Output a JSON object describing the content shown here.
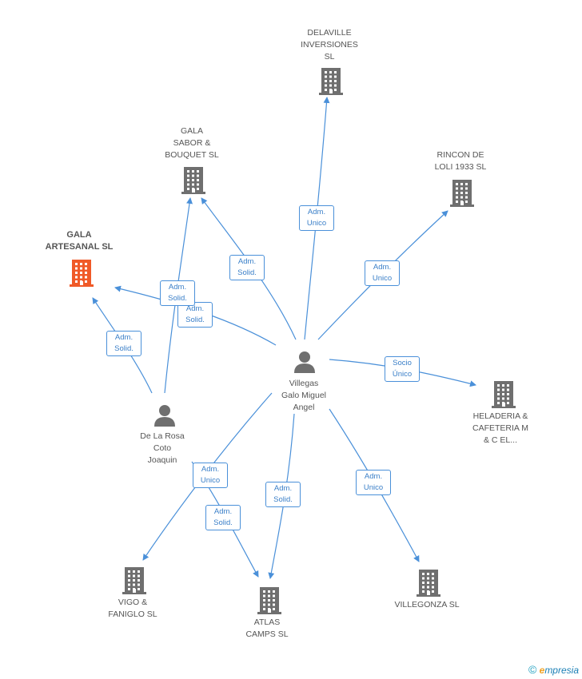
{
  "colors": {
    "edge": "#4a90d9",
    "company": "#6f6f6f",
    "highlight": "#f05a28",
    "person": "#6f6f6f"
  },
  "companies": [
    {
      "id": "delaville",
      "label": "DELAVILLE\nINVERSIONES\nSL",
      "highlight": false
    },
    {
      "id": "gala_sabor",
      "label": "GALA\nSABOR &\nBOUQUET SL",
      "highlight": false
    },
    {
      "id": "rincon",
      "label": "RINCON DE\nLOLI 1933  SL",
      "highlight": false
    },
    {
      "id": "gala_artesanal",
      "label": "GALA\nARTESANAL SL",
      "highlight": true
    },
    {
      "id": "heladeria",
      "label": "HELADERIA &\nCAFETERIA M\n& C EL...",
      "highlight": false
    },
    {
      "id": "vigo",
      "label": "VIGO &\nFANIGLO  SL",
      "highlight": false
    },
    {
      "id": "atlas",
      "label": "ATLAS\nCAMPS SL",
      "highlight": false
    },
    {
      "id": "villegonza",
      "label": "VILLEGONZA SL",
      "highlight": false
    }
  ],
  "persons": [
    {
      "id": "villegas",
      "label": "Villegas\nGalo Miguel\nAngel"
    },
    {
      "id": "delarosa",
      "label": "De La Rosa\nCoto\nJoaquin"
    }
  ],
  "relations": [
    {
      "label": "Adm.\nUnico"
    },
    {
      "label": "Adm.\nSolid."
    },
    {
      "label": "Adm.\nUnico"
    },
    {
      "label": "Adm.\nSolid."
    },
    {
      "label": "Socio\nÚnico"
    },
    {
      "label": "Adm.\nUnico"
    },
    {
      "label": "Adm.\nSolid."
    },
    {
      "label": "Adm.\nUnico"
    },
    {
      "label": "Adm.\nSolid."
    },
    {
      "label": "Adm.\nSolid."
    },
    {
      "label": "Adm.\nSolid."
    }
  ],
  "footer": {
    "copyright": "©",
    "brand_e": "e",
    "brand_rest": "mpresia"
  }
}
